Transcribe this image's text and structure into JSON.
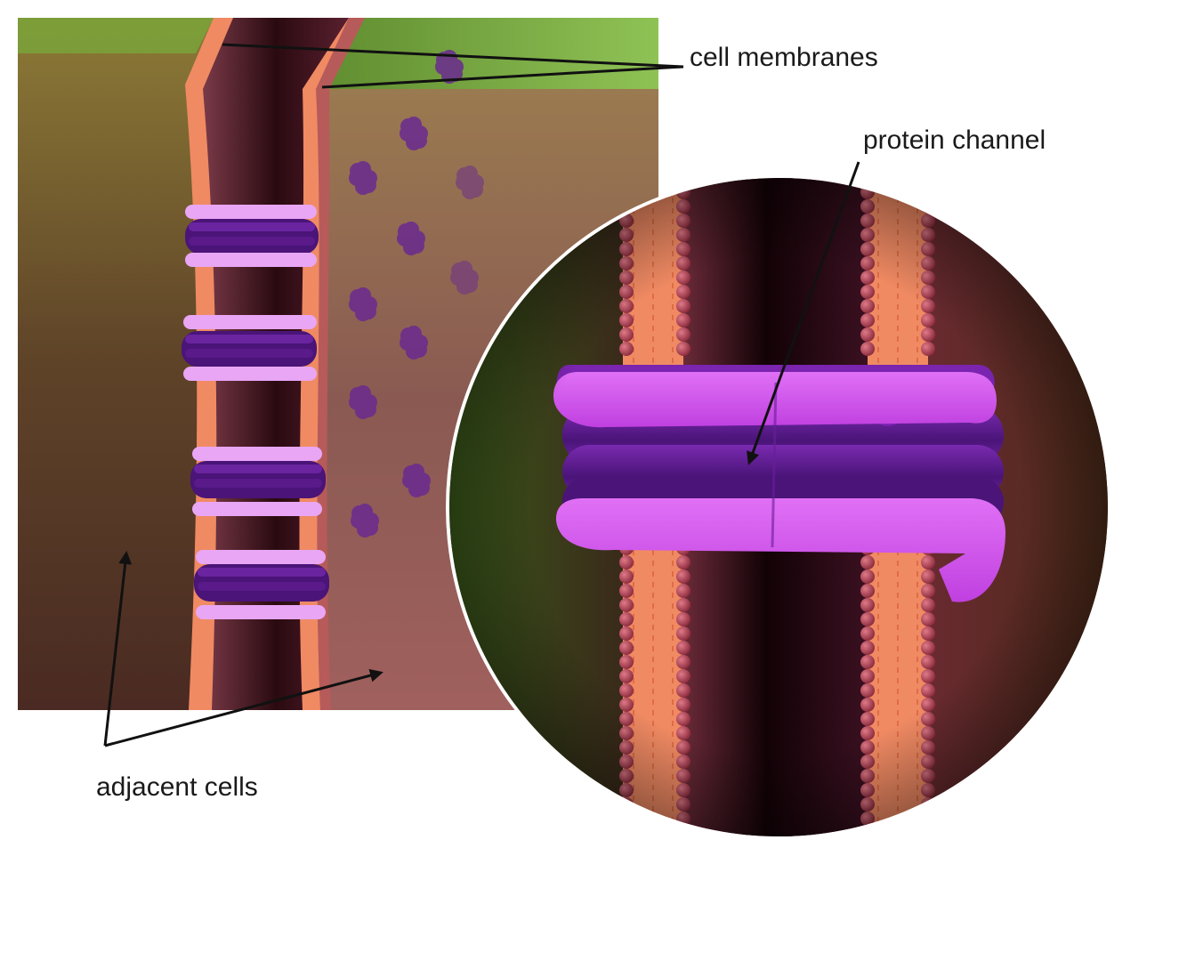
{
  "labels": {
    "cell_membranes": "cell membranes",
    "protein_channel": "protein channel",
    "adjacent_cells": "adjacent cells"
  },
  "colors": {
    "top_cell": "#7bb046",
    "left_cell": "#6d5230",
    "right_cell": "#8a5a58",
    "membrane_outer": "#f08a63",
    "gap_dark": "#2a0a10",
    "channel_light": "#d455ee",
    "channel_dark": "#5a1a8a",
    "ring_light": "#e8a6f5",
    "phospholipid_head": "#b54a5c"
  },
  "icons": {
    "pointer": "arrow-icon"
  }
}
